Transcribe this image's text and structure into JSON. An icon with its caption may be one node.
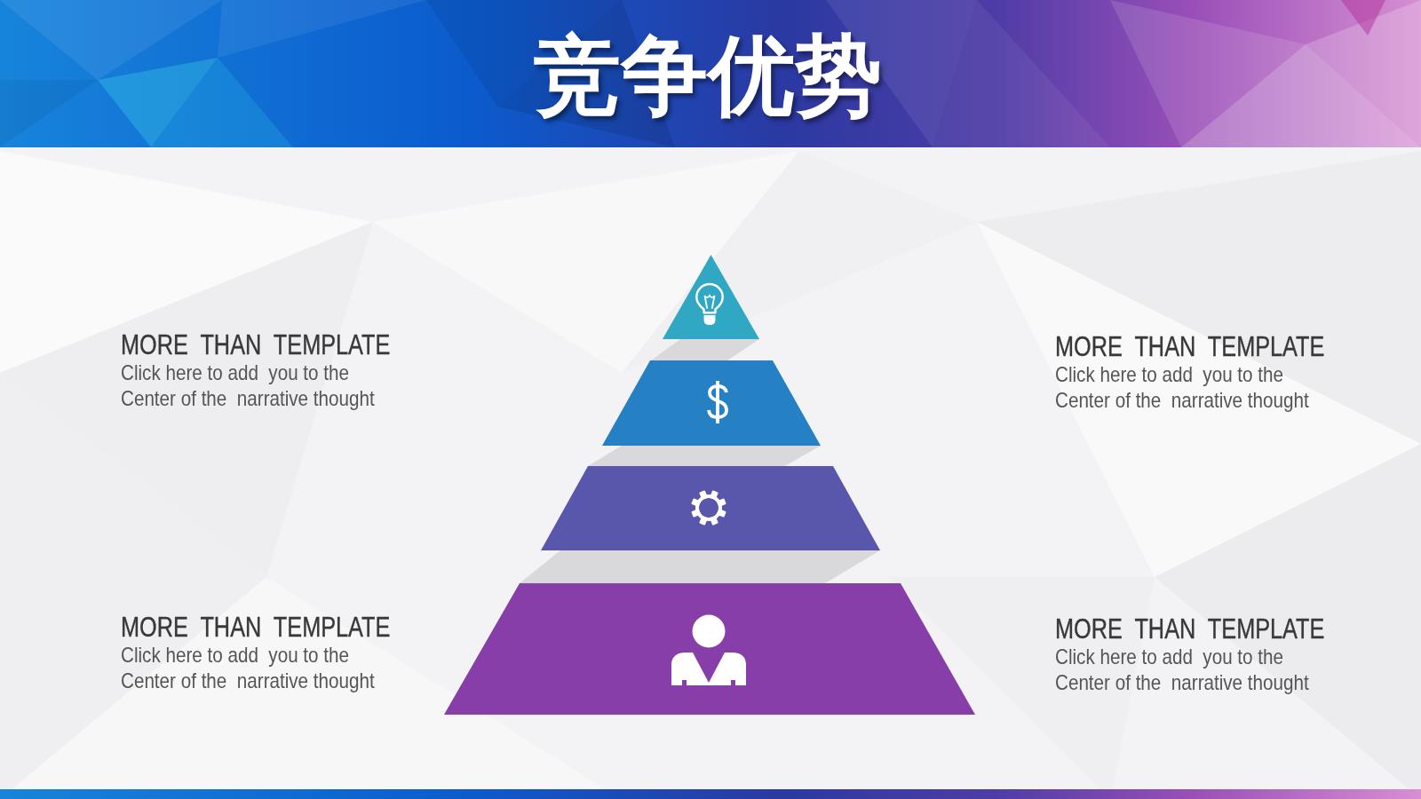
{
  "diagram": {
    "title": "竞争优势",
    "nodes": [
      {
        "text": [],
        "shape": "triangle"
      },
      {
        "text": [],
        "shape": "trapezoid"
      },
      {
        "text": [],
        "shape": "trapezoid"
      },
      {
        "text": [],
        "shape": "trapezoid"
      }
    ],
    "labels": [
      "MORE  THAN  TEMPLATE",
      "Click here to add  you to the Center of the  narrative thought",
      "MORE  THAN  TEMPLATE",
      "Click here to add  you to the Center of the  narrative thought",
      "MORE  THAN  TEMPLATE",
      "Click here to add  you to the Center of the  narrative thought",
      "MORE  THAN  TEMPLATE",
      "Click here to add  you to the Center of the  narrative thought"
    ]
  }
}
